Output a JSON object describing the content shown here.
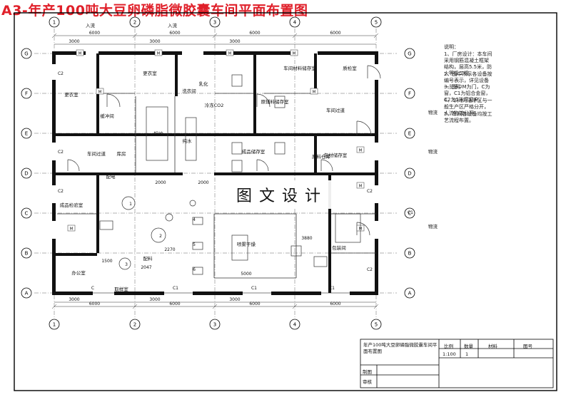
{
  "title": "A3-年产100吨大豆卵磷脂微胶囊车间平面布置图",
  "watermark": "图文设计",
  "axes": {
    "columns": [
      "1",
      "2",
      "3",
      "4",
      "5"
    ],
    "rows": [
      "G",
      "F",
      "E",
      "D",
      "C",
      "B",
      "A"
    ]
  },
  "dimensions": {
    "top_spans": [
      "6000",
      "6000",
      "6000",
      "6000"
    ],
    "bottom_spans": [
      "6000",
      "6000",
      "6000",
      "6000"
    ],
    "top_sub": [
      "3000",
      "3000",
      "3000"
    ],
    "bottom_sub": [
      "3000",
      "3000",
      "3000"
    ],
    "inner": [
      "5000",
      "3880",
      "2000",
      "2000",
      "1500",
      "2270",
      "2047"
    ]
  },
  "entrances": [
    "入流",
    "入流",
    "物流",
    "物流",
    "物流"
  ],
  "rooms": {
    "dressing_a": "更衣室",
    "dressing_b": "更衣室",
    "buffer": "缓冲间",
    "corridor_a": "车间过道",
    "corridor_b": "车间过道",
    "store_a": "库房",
    "store_b": "原料仓库",
    "wash": "洗衣间",
    "office": "办公室",
    "material_store": "车间材料储存室",
    "inspection": "质检室",
    "raw_store": "原辅料储存室",
    "finished_store": "成品储存室",
    "qa": "成品检验室",
    "product_store": "包材储存室",
    "sampling": "取样室",
    "mixing": "配料",
    "emulsify": "乳化",
    "spray": "喷雾干燥",
    "packing": "包装间",
    "boiler": "锅炉",
    "water": "纯水",
    "distribution": "配电",
    "co2": "冷冻CO2"
  },
  "labels": {
    "door": "M",
    "window": "C",
    "window1": "C1",
    "window2": "C2",
    "equipment": [
      "1",
      "2",
      "3",
      "4",
      "5",
      "6"
    ]
  },
  "notes": {
    "heading": "说明：",
    "items": [
      "1、厂房设计：本车间采用钢筋混凝土框架结构，层高5.5米，防火等级二级。",
      "2、图中所示各设备按编号表示，详见设备一览表。",
      "3、图中M为门，C为窗，C1为铝合金窗，C2为1米高窗户。",
      "4、车间内洁净区与一般生产区严格分开，人流物流分开。",
      "5、车间各设备均按工艺流程布置。"
    ]
  },
  "title_block": {
    "drawing_name": "年产100吨大豆卵磷脂微胶囊车间平面布置图",
    "scale_label": "比例",
    "scale": "1:100",
    "qty_label": "数量",
    "qty": "1",
    "material_label": "材料",
    "sheet_label": "图号",
    "drawn_label": "制图",
    "checked_label": "审核"
  }
}
